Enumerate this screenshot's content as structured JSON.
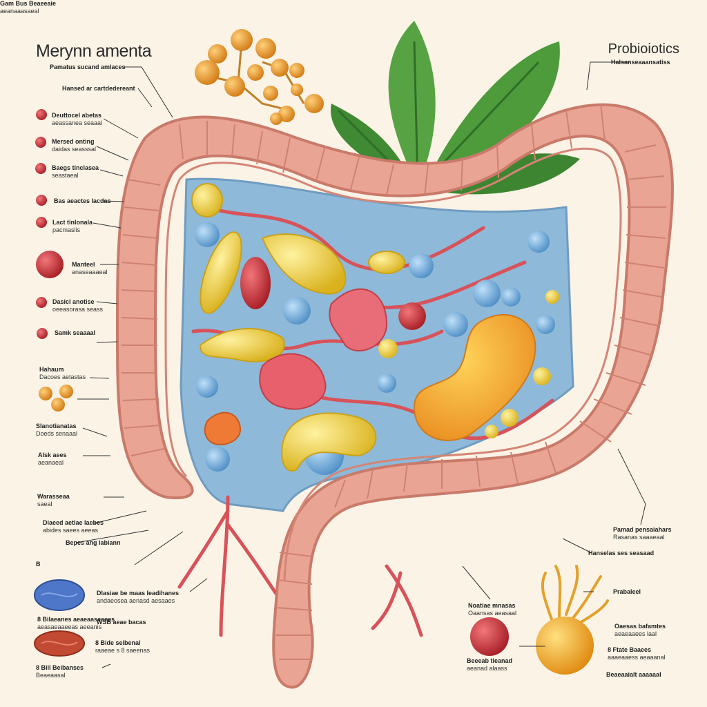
{
  "titles": {
    "left": "Merynn amenta",
    "right": "Probioiotics"
  },
  "colors": {
    "background": "#faf3e6",
    "intestine": "#eaa493",
    "intestine_dark": "#c97a6a",
    "fluid": "#8fb9d8",
    "yellow": "#f1d54e",
    "orange": "#f3a43a",
    "red": "#c9343a",
    "leaf": "#4f9a3b",
    "blue_cell": "#5b8fd0"
  },
  "labels_left": [
    {
      "title": "Pamatus sucand amlaces",
      "sub": ""
    },
    {
      "title": "Hansed ar cartdedereant",
      "sub": ""
    },
    {
      "title": "Deuttocel abetas",
      "sub": "aeassanea seaaal"
    },
    {
      "title": "Mersed onting",
      "sub": "daidas seasssal"
    },
    {
      "title": "Baegs tinclasea",
      "sub": "seastaeal"
    },
    {
      "title": "Bas aeactes lacdas",
      "sub": ""
    },
    {
      "title": "Lact tinlonala",
      "sub": "pacmaslis"
    },
    {
      "title": "Manteel",
      "sub": "anaseaaaeal"
    },
    {
      "title": "Dasicl anotise",
      "sub": "oeeasorasa seass"
    },
    {
      "title": "Samk seaaaal",
      "sub": ""
    },
    {
      "title": "Hahaum",
      "sub": "Dacoes aetastas"
    },
    {
      "title": "Slanotianatas",
      "sub": "Doeds senaaal"
    },
    {
      "title": "Alsk aees",
      "sub": "aeanaeal"
    },
    {
      "title": "Warasseaa",
      "sub": "saeal"
    },
    {
      "title": "Diaeed aetlae laebes",
      "sub": "abides saees aeeas"
    },
    {
      "title": "Bepes ang labiann",
      "sub": ""
    },
    {
      "title": "B",
      "sub": ""
    },
    {
      "title": "Dlasiae be maas leadihanes",
      "sub": "andaeosea aenasd aesaaes"
    },
    {
      "title": "8 Bilaeanes aeaeaaseeees",
      "sub": "aeasaeaaeeas aeeanis"
    },
    {
      "title": "WSB aeae bacas",
      "sub": ""
    },
    {
      "title": "8 Bide seibenal",
      "sub": "raaeae s 8 saeenas"
    },
    {
      "title": "8 Bill Beibanses",
      "sub": "Beaeaasal"
    },
    {
      "title": "Gam Bus Beaeeaie",
      "sub": "aeanaaasaeal"
    }
  ],
  "labels_right": [
    {
      "title": "Halsanseaaansatiss",
      "sub": ""
    },
    {
      "title": "Pamad pensaiahars",
      "sub": "Rasanas saaaeaal"
    },
    {
      "title": "Hanselas ses seasaad",
      "sub": ""
    },
    {
      "title": "Prabaleel",
      "sub": ""
    },
    {
      "title": "Oaesas bafamtes",
      "sub": "aeaeaaees laal"
    },
    {
      "title": "8 Ftate Baaees",
      "sub": "aaaeaaess aeaaanal"
    },
    {
      "title": "Beaeaaialt aaaaaal",
      "sub": ""
    },
    {
      "title": "Noatiae mnasas",
      "sub": "Oaansas aeasaal"
    },
    {
      "title": "Beeeab tieanad",
      "sub": "aeanad alaass"
    }
  ]
}
